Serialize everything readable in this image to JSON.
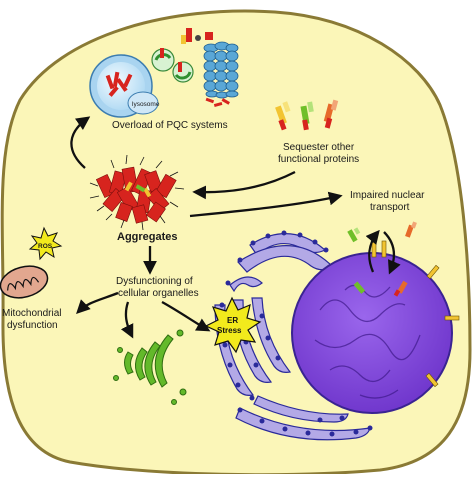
{
  "labels": {
    "lysosome": "lysosome",
    "overload": "Overload of PQC systems",
    "sequester_line1": "Sequester other",
    "sequester_line2": "functional proteins",
    "impaired_line1": "Impaired nuclear",
    "impaired_line2": "transport",
    "aggregates": "Aggregates",
    "dysfunction_line1": "Dysfunctioning of",
    "dysfunction_line2": "cellular organelles",
    "ros": "ROS",
    "mito_line1": "Mitochondrial",
    "mito_line2": "dysfunction",
    "er_line1": "ER",
    "er_line2": "Stress"
  },
  "colors": {
    "cytoplasm": "#fbf6b8",
    "cell_border": "#8a7a35",
    "nucleus": "#7b3fd6",
    "er": "#b3a9e6",
    "er_dots": "#2a2a9a",
    "golgi": "#63b92a",
    "mitochondria": "#e2a78f",
    "aggregate_red": "#d7241e",
    "starburst": "#f2ea1c",
    "proteasome": "#5aa7d6",
    "lysosome": "#cfe7f7"
  }
}
